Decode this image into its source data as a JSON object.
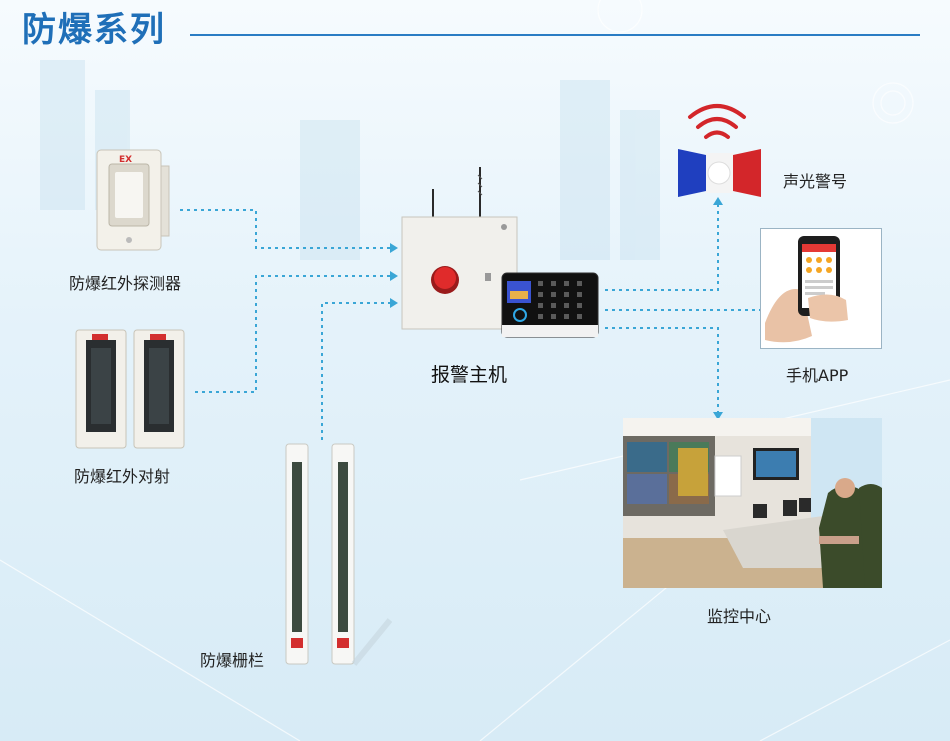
{
  "title": "防爆系列",
  "nodes": {
    "pir_detector": "防爆红外探测器",
    "beam_pair": "防爆红外对射",
    "fence": "防爆栅栏",
    "host": "报警主机",
    "siren": "声光警号",
    "app": "手机APP",
    "monitor_center": "监控中心"
  },
  "device_marks": {
    "ex_mark": "EX"
  },
  "colors": {
    "title": "#1f6fb8",
    "wire": "#3aa6d6",
    "siren_red": "#d3262a",
    "siren_blue": "#1f3fbf"
  }
}
